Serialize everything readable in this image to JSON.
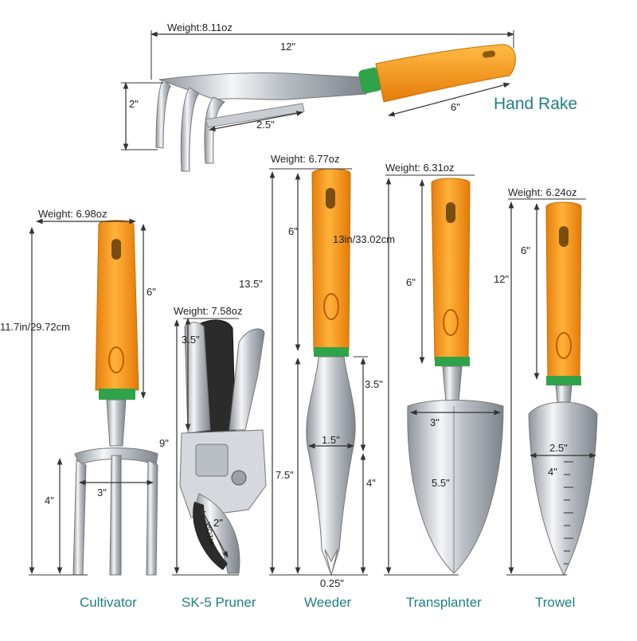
{
  "tools": {
    "rake": {
      "name": "Hand Rake",
      "weight": "Weight:8.11oz",
      "length": "12\"",
      "depth": "2\"",
      "width": "2.5\"",
      "handle": "6\""
    },
    "cultivator": {
      "name": "Cultivator",
      "weight": "Weight: 6.98oz",
      "length": "11.7in/29.72cm",
      "handle": "6\"",
      "tine": "4\"",
      "width": "3\""
    },
    "pruner": {
      "name": "SK-5 Pruner",
      "weight": "Weight: 7.58oz",
      "length": "9\"",
      "handle": "3.5\"",
      "blade": "2\"",
      "brand": "VIOTIA"
    },
    "weeder": {
      "name": "Weeder",
      "weight": "Weight: 6.77oz",
      "length": "13.5\"",
      "length_metric": "13in/33.02cm",
      "handle": "6\"",
      "blade_total": "7.5\"",
      "upper": "3.5\"",
      "lower": "4\"",
      "width": "1.5\"",
      "tip": "0.25\""
    },
    "transplanter": {
      "name": "Transplanter",
      "weight": "Weight: 6.31oz",
      "handle": "6\"",
      "width": "3\"",
      "blade": "5.5\""
    },
    "trowel": {
      "name": "Trowel",
      "weight": "Weight: 6.24oz",
      "length": "12\"",
      "handle": "6\"",
      "width": "2.5\"",
      "blade": "4\""
    }
  },
  "colors": {
    "handle": "#f39a1b",
    "handle_dark": "#d9790a",
    "collar": "#2fa34a",
    "metal": "#cfd3d8",
    "metal_dark": "#8f959c",
    "label": "#1f7f83",
    "line": "#333333"
  }
}
